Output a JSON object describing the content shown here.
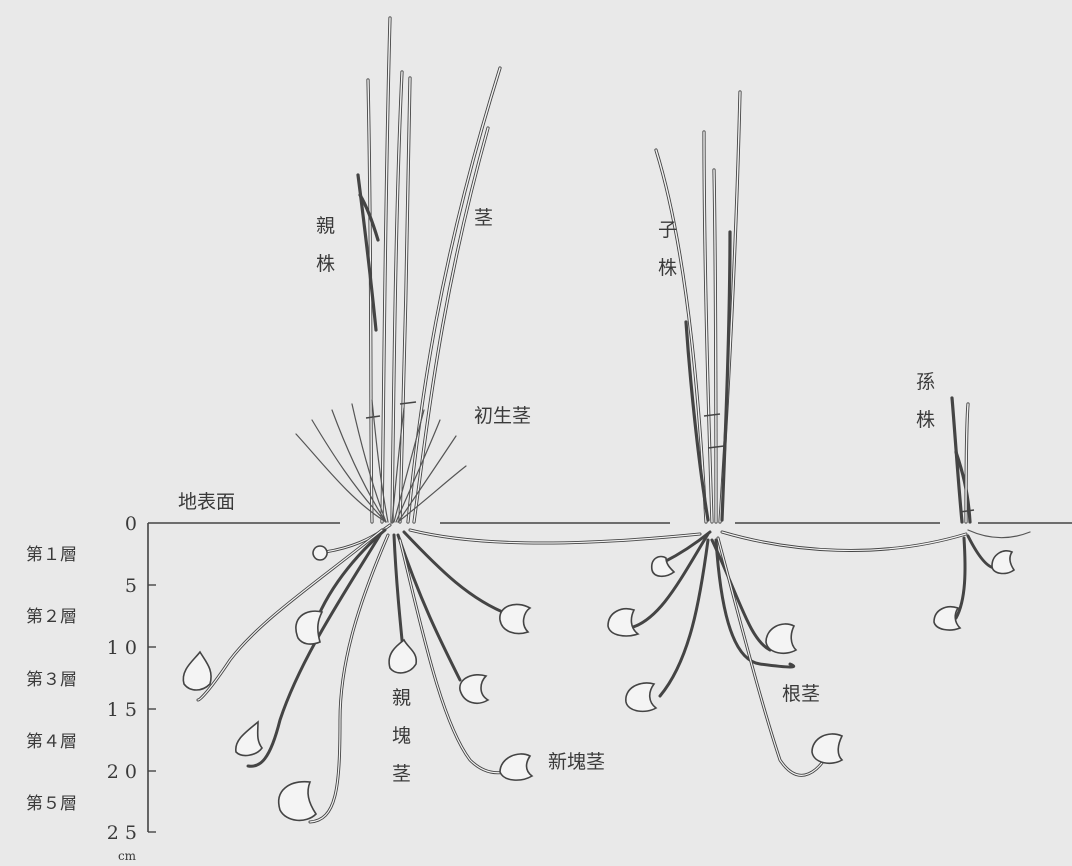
{
  "labels": {
    "parent_plant": "親株",
    "stem": "茎",
    "child_plant": "子株",
    "primary_stem": "初生茎",
    "grandchild_plant": "孫株",
    "ground_surface": "地表面",
    "parent_tuber": "親塊茎",
    "new_tuber": "新塊茎",
    "rhizome": "根茎"
  },
  "depth_axis": {
    "unit": "cm",
    "ticks": [
      "0",
      "5",
      "1 0",
      "1 5",
      "2 0",
      "2 5"
    ]
  },
  "layers": [
    "第１層",
    "第２層",
    "第３層",
    "第４層",
    "第５層"
  ]
}
